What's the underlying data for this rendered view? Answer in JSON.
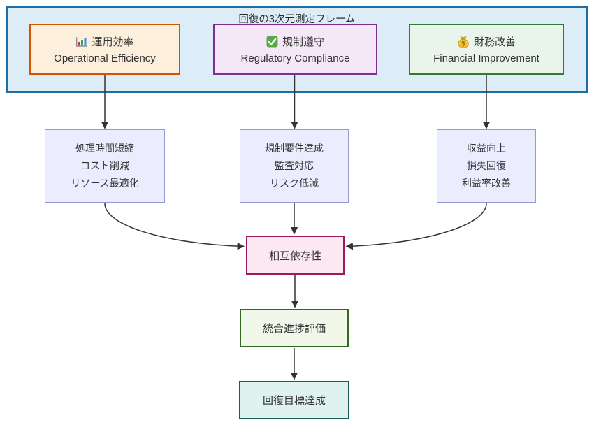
{
  "diagram": {
    "frame": {
      "title": "回復の3次元測定フレーム"
    },
    "top_nodes": [
      {
        "icon": "bar-chart-icon",
        "title_ja": "運用効率",
        "title_en": "Operational Efficiency"
      },
      {
        "icon": "check-mark-icon",
        "title_ja": "規制遵守",
        "title_en": "Regulatory Compliance"
      },
      {
        "icon": "money-bag-icon",
        "title_ja": "財務改善",
        "title_en": "Financial Improvement"
      }
    ],
    "metric_nodes": [
      {
        "lines": [
          "処理時間短縮",
          "コスト削減",
          "リソース最適化"
        ]
      },
      {
        "lines": [
          "規制要件達成",
          "監査対応",
          "リスク低減"
        ]
      },
      {
        "lines": [
          "収益向上",
          "損失回復",
          "利益率改善"
        ]
      }
    ],
    "interdependency_label": "相互依存性",
    "evaluation_label": "統合進捗評価",
    "goal_label": "回復目標達成"
  },
  "colors": {
    "frame_border": "#1c6ea4",
    "frame_fill": "#dcedf8",
    "operational_border": "#d35400",
    "operational_fill": "#fcefdc",
    "regulatory_border": "#7b2f8e",
    "regulatory_fill": "#f5e7f7",
    "financial_border": "#2e7d32",
    "financial_fill": "#e9f5ea",
    "metric_border": "#9898d8",
    "metric_fill": "#ececff",
    "interdependency_border": "#9a1b5e",
    "interdependency_fill": "#fce8f2",
    "evaluation_border": "#33691e",
    "evaluation_fill": "#f1f8e9",
    "goal_border": "#1a5e54",
    "goal_fill": "#e0f2ef",
    "arrow": "#333333"
  }
}
